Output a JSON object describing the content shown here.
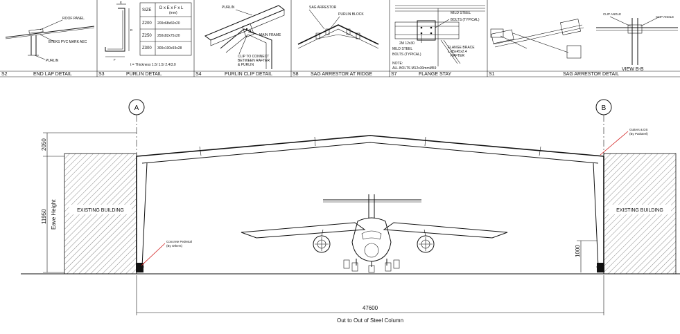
{
  "details": [
    {
      "code": "S2",
      "title": "END LAP DETAIL",
      "labels": [
        "ROOF PANEL",
        "BTEKS PVC MARK AEC",
        "PURLIN"
      ]
    },
    {
      "code": "S3",
      "title": "PURLIN DETAIL",
      "labels": []
    },
    {
      "code": "S4",
      "title": "PURLIN CLIP DETAIL",
      "labels": [
        "PURLIN",
        "MAIN FRAME",
        "CLIP TO CONNECT",
        "BETWEEN RAFTER",
        "& PURLIN"
      ]
    },
    {
      "code": "S8",
      "title": "SAG ARRESTOR AT RIDGE",
      "labels": [
        "SAG ARRESTOR",
        "PURLIN BLOCK"
      ]
    },
    {
      "code": "S7",
      "title": "FLANGE STAY",
      "labels": [
        "MILD STEEL",
        "BOLTS (TYPICAL)",
        "2M 12x30",
        "MILD STEEL",
        "BOLTS (TYPICAL)",
        "FLANGE BRACE",
        "L-35x45x2.4",
        "RAFTER",
        "NOTE:",
        "ALL BOLTS M12x30mmM59"
      ]
    },
    {
      "code": "S1",
      "title": "SAG ARRESTOR DETAIL",
      "labels": [
        "CLIP ANGLE",
        "CLIP ANGLE",
        "VIEW B-B"
      ]
    }
  ],
  "purlin_table": {
    "headers": [
      "SIZE",
      "D x E x F x L",
      "(mm)"
    ],
    "rows": [
      [
        "Z200",
        "200x68x60x20"
      ],
      [
        "Z250",
        "250x82x75x20"
      ],
      [
        "Z300",
        "300x100x93x28"
      ]
    ],
    "note": "t = Thickness 1.5/ 1.5/ 2.4/3.0"
  },
  "elevation": {
    "grid_a": "A",
    "grid_b": "B",
    "existing_left": "EXISTING BUILDING",
    "existing_right": "EXISTING BUILDING",
    "dim_top": "2050",
    "dim_eave_value": "11950",
    "dim_eave_label": "Eave Height",
    "dim_pedestal": "1000",
    "dim_span": "47600",
    "dim_span_label": "Out to Out of Steel Column",
    "note_right": [
      "Gutters & DS",
      "(By Patisteel)"
    ],
    "note_left": [
      "Concrete Pedestal",
      "(By Others)"
    ]
  }
}
